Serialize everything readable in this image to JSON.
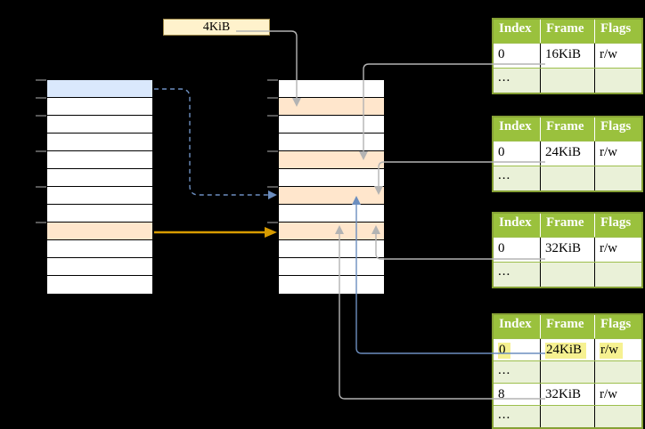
{
  "size_label": {
    "text": "4KiB"
  },
  "colors": {
    "background": "#000000",
    "row_white": "#ffffff",
    "row_blue": "#dae8fc",
    "row_orange": "#ffe6cc",
    "row_border": "#000000",
    "box_cream": "#fff2cc",
    "box_cream_border": "#a08a4a",
    "table_header_bg": "#9ac13d",
    "table_header_text": "#ffffff",
    "table_dots_bg": "#eaf1d8",
    "table_border": "#86a135",
    "table_row_line": "#9dbf4d",
    "cell_highlight": "#f6f191",
    "arrow_gray": "#b3b3b3",
    "arrow_blue": "#6c8ebf",
    "arrow_orange": "#d79b00",
    "tick_gray": "#7f7f7f"
  },
  "memory_columns": {
    "left": {
      "rows": [
        "blue",
        "white",
        "white",
        "white",
        "white",
        "white",
        "white",
        "white",
        "orange",
        "white",
        "white",
        "white"
      ]
    },
    "middle": {
      "rows": [
        "white",
        "orange",
        "white",
        "white",
        "orange",
        "white",
        "orange",
        "white",
        "orange",
        "white",
        "white",
        "white"
      ]
    }
  },
  "page_tables": [
    {
      "headers": [
        "Index",
        "Frame",
        "Flags"
      ],
      "rows": [
        {
          "cells": [
            "0",
            "16KiB",
            "r/w"
          ],
          "kind": "data",
          "highlight": false
        },
        {
          "cells": [
            "...",
            "",
            ""
          ],
          "kind": "dots",
          "highlight": false
        }
      ]
    },
    {
      "headers": [
        "Index",
        "Frame",
        "Flags"
      ],
      "rows": [
        {
          "cells": [
            "0",
            "24KiB",
            "r/w"
          ],
          "kind": "data",
          "highlight": false
        },
        {
          "cells": [
            "...",
            "",
            ""
          ],
          "kind": "dots",
          "highlight": false
        }
      ]
    },
    {
      "headers": [
        "Index",
        "Frame",
        "Flags"
      ],
      "rows": [
        {
          "cells": [
            "0",
            "32KiB",
            "r/w"
          ],
          "kind": "data",
          "highlight": false
        },
        {
          "cells": [
            "...",
            "",
            ""
          ],
          "kind": "dots",
          "highlight": false
        }
      ]
    },
    {
      "headers": [
        "Index",
        "Frame",
        "Flags"
      ],
      "rows": [
        {
          "cells": [
            "0",
            "24KiB",
            "r/w"
          ],
          "kind": "data",
          "highlight": true
        },
        {
          "cells": [
            "...",
            "",
            ""
          ],
          "kind": "dots",
          "highlight": false
        },
        {
          "cells": [
            "8",
            "32KiB",
            "r/w"
          ],
          "kind": "data",
          "highlight": false
        },
        {
          "cells": [
            "...",
            "",
            ""
          ],
          "kind": "dots",
          "highlight": false
        }
      ]
    }
  ]
}
